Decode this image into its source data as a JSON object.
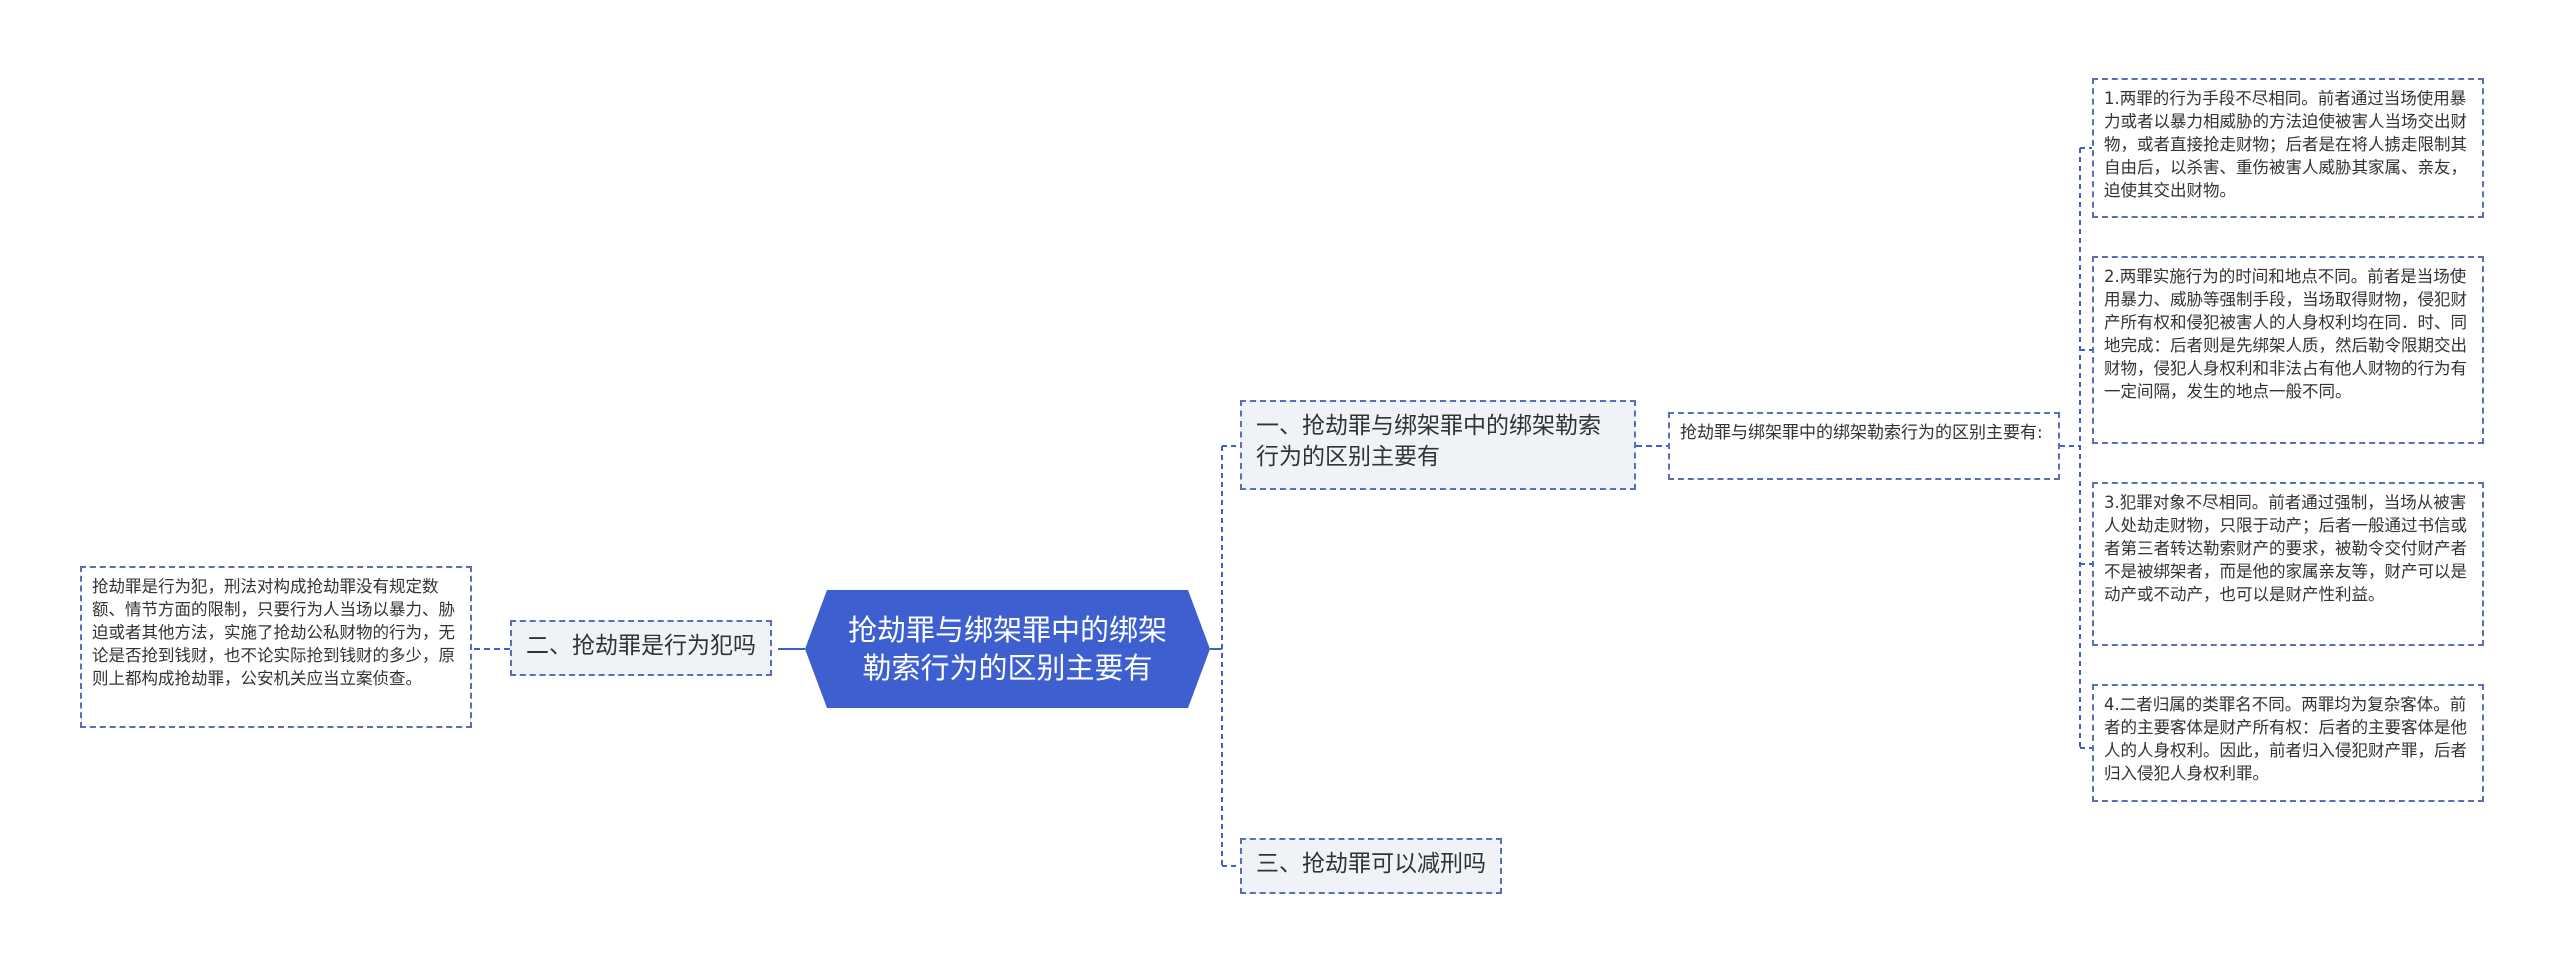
{
  "mindmap": {
    "root": "抢劫罪与绑架罪中的绑架勒索行为的区别主要有",
    "branches": {
      "one": "一、抢劫罪与绑架罪中的绑架勒索行为的区别主要有",
      "two": "二、抢劫罪是行为犯吗",
      "three": "三、抢劫罪可以减刑吗"
    },
    "sub": {
      "one_detail": "抢劫罪与绑架罪中的绑架勒索行为的区别主要有:",
      "two_detail": "抢劫罪是行为犯，刑法对构成抢劫罪没有规定数额、情节方面的限制，只要行为人当场以暴力、胁迫或者其他方法，实施了抢劫公私财物的行为，无论是否抢到钱财，也不论实际抢到钱财的多少，原则上都构成抢劫罪，公安机关应当立案侦查。"
    },
    "points": [
      "1.两罪的行为手段不尽相同。前者通过当场使用暴力或者以暴力相威胁的方法迫使被害人当场交出财物，或者直接抢走财物；后者是在将人掳走限制其自由后，以杀害、重伤被害人威胁其家属、亲友，迫使其交出财物。",
      "2.两罪实施行为的时间和地点不同。前者是当场使用暴力、威胁等强制手段，当场取得财物，侵犯财产所有权和侵犯被害人的人身权利均在同．时、同地完成：后者则是先绑架人质，然后勒令限期交出财物，侵犯人身权利和非法占有他人财物的行为有一定间隔，发生的地点一般不同。",
      "3.犯罪对象不尽相同。前者通过强制，当场从被害人处劫走财物，只限于动产；后者一般通过书信或者第三者转达勒索财产的要求，被勒令交付财产者不是被绑架者，而是他的家属亲友等，财产可以是动产或不动产，也可以是财产性利益。",
      "4.二者归属的类罪名不同。两罪均为复杂客体。前者的主要客体是财产所有权：后者的主要客体是他人的人身权利。因此，前者归入侵犯财产罪，后者归入侵犯人身权利罪。"
    ],
    "colors": {
      "root_fill": "#3d5fd0",
      "connector": "#3d5fd0",
      "border": "#5a6fb8",
      "branch_fill": "#eff3f8"
    }
  }
}
